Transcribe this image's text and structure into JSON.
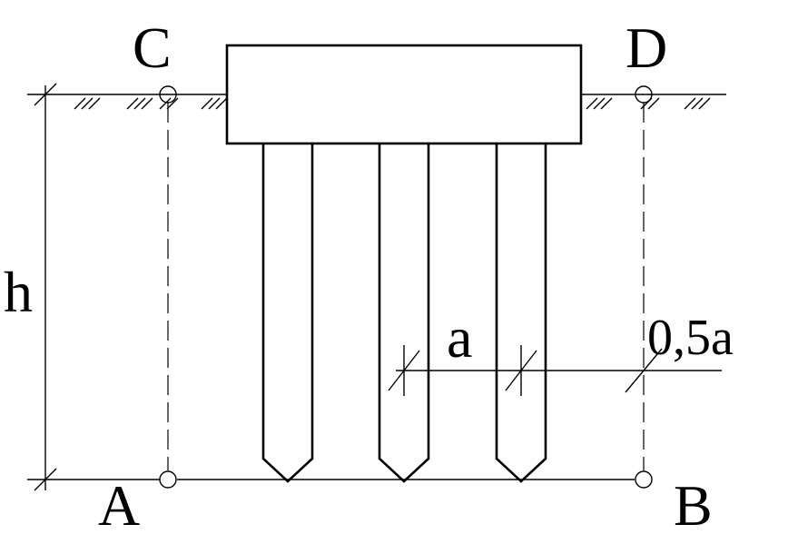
{
  "diagram": {
    "labels": {
      "corner_c": "C",
      "corner_d": "D",
      "corner_a": "A",
      "corner_b": "B",
      "height": "h",
      "spacing": "a",
      "half_spacing": "0,5a"
    },
    "colors": {
      "line": "#000000",
      "background": "#ffffff"
    }
  }
}
